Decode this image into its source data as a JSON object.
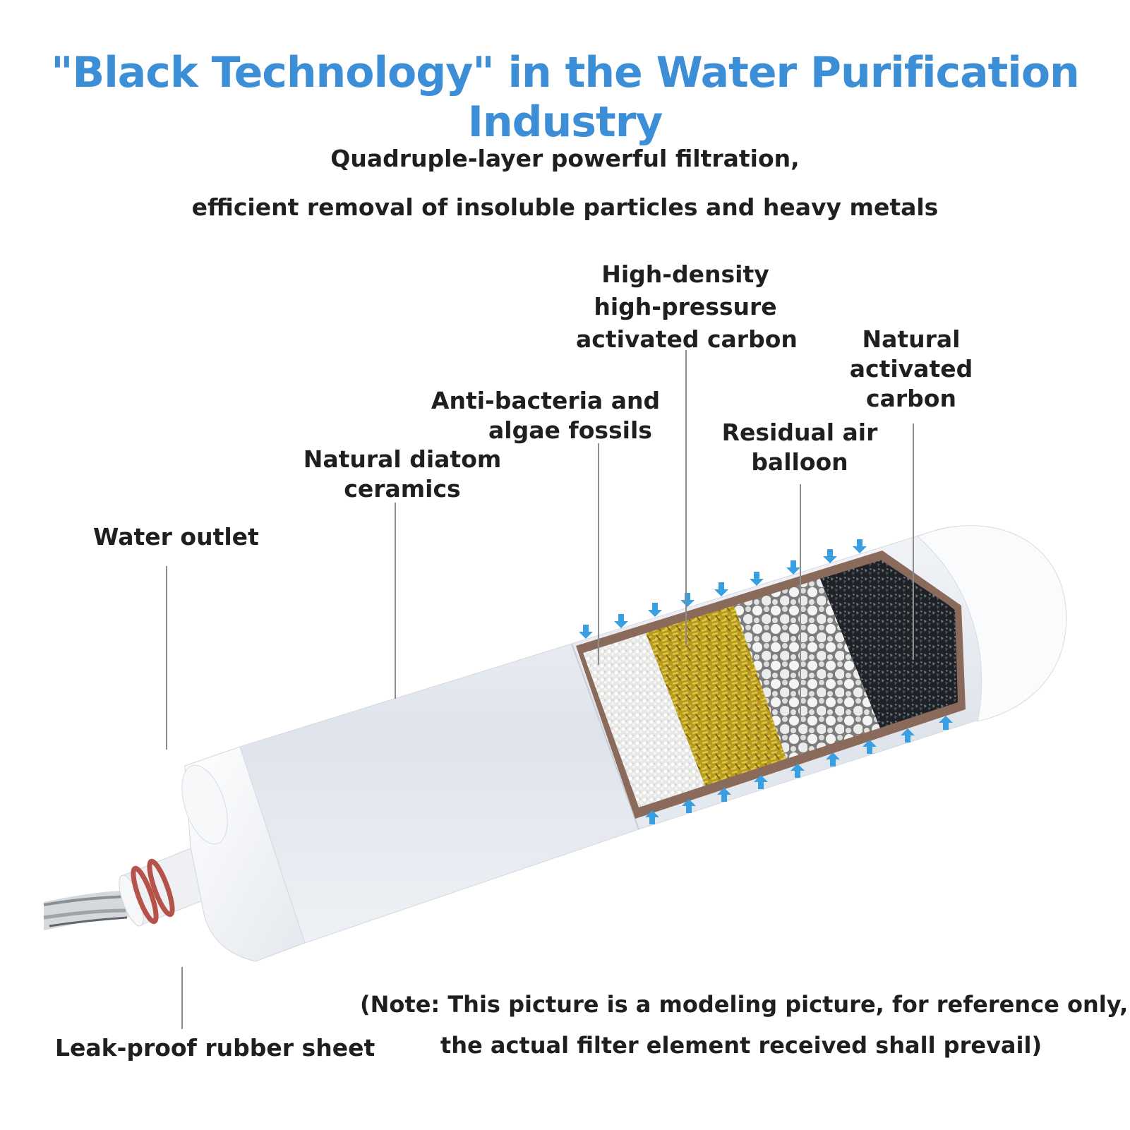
{
  "title": "\"Black Technology\" in the Water Purification Industry",
  "subtitle": {
    "line1": "Quadruple-layer powerful filtration,",
    "line2": "efficient removal of insoluble particles and heavy metals"
  },
  "labels": {
    "water_outlet": "Water outlet",
    "diatom": [
      "Natural diatom",
      "ceramics"
    ],
    "anti_bacteria": [
      "Anti-bacteria and",
      "algae fossils"
    ],
    "hd_carbon": [
      "High-density",
      "high-pressure",
      "activated carbon"
    ],
    "air_balloon": [
      "Residual air",
      "balloon"
    ],
    "natural_carbon": [
      "Natural",
      "activated",
      "carbon"
    ],
    "rubber_sheet": "Leak-proof rubber sheet"
  },
  "note": {
    "line1": "(Note: This picture is a modeling picture, for reference only,",
    "line2": "the actual filter element received shall prevail)"
  },
  "colors": {
    "title": "#3c8fd6",
    "arrow": "#3a9fe0",
    "ring": "#b5534a"
  }
}
